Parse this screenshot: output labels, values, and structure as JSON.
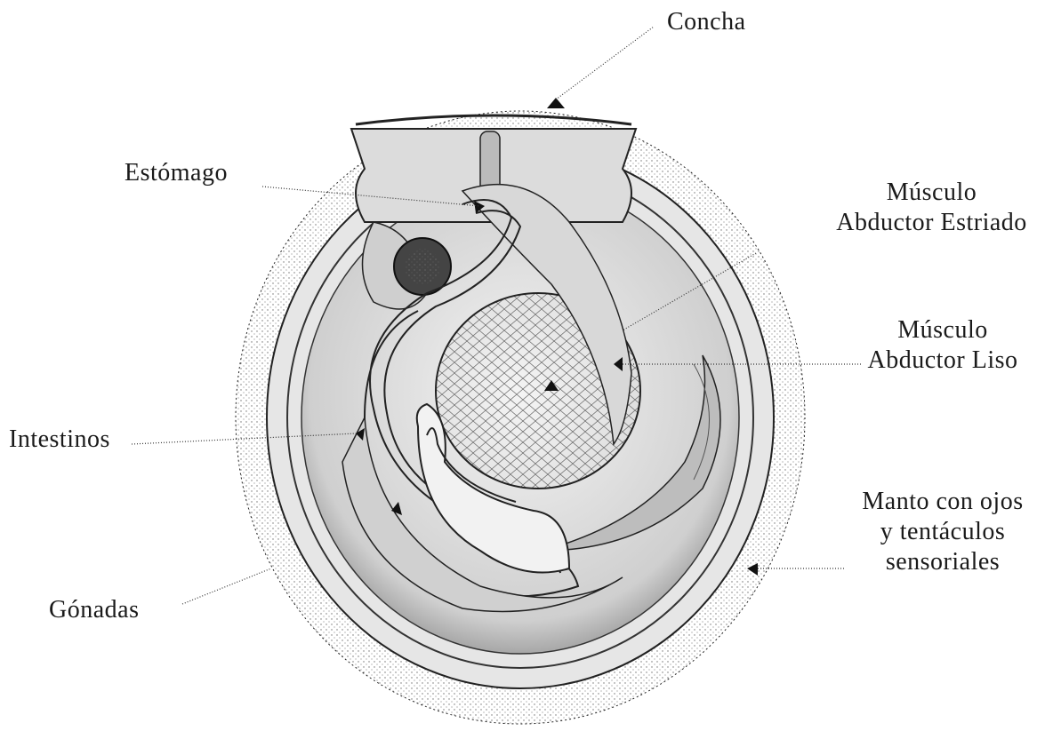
{
  "labels": {
    "concha": "Concha",
    "estomago": "Estómago",
    "musculo_estriado_1": "Músculo",
    "musculo_estriado_2": "Abductor Estriado",
    "musculo_liso_1": "Músculo",
    "musculo_liso_2": "Abductor Liso",
    "intestinos": "Intestinos",
    "manto_1": "Manto con ojos",
    "manto_2": "y tentáculos",
    "manto_3": "sensoriales",
    "gonadas": "Gónadas"
  },
  "colors": {
    "ink": "#1a1a1a",
    "paper": "#ffffff",
    "shade": "#9a9a9a"
  }
}
